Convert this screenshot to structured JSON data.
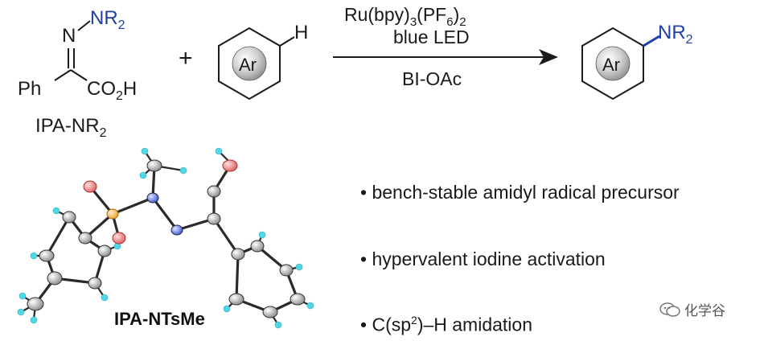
{
  "scheme": {
    "reagent_1": {
      "label": "IPA-NR",
      "label_sub": "2",
      "imine_n": "N",
      "amine_group": "NR",
      "amine_sub": "2",
      "ph": "Ph",
      "acid_co": "CO",
      "acid_sub": "2",
      "acid_h": "H"
    },
    "plus": "+",
    "reagent_2": {
      "ring_label": "Ar",
      "h": "H"
    },
    "arrow": {
      "catalyst_pre": "Ru(bpy)",
      "catalyst_sub1": "3",
      "catalyst_mid": "(PF",
      "catalyst_sub2": "6",
      "catalyst_post": ")",
      "catalyst_sub3": "2",
      "light": "blue LED",
      "oxidant": "BI-OAc"
    },
    "product": {
      "ring_label": "Ar",
      "amine_group": "NR",
      "amine_sub": "2"
    }
  },
  "crystal_structure": {
    "label": "IPA-NTsMe"
  },
  "bullets": [
    {
      "text": "bench-stable amidyl radical precursor"
    },
    {
      "text": "hypervalent iodine activation"
    },
    {
      "pre": "C(sp",
      "sup": "2",
      "post": ")–H amidation"
    }
  ],
  "bullet_symbol": "•",
  "watermark": {
    "text": "化学谷"
  },
  "colors": {
    "text": "#1a1a1a",
    "nitrogen_blue": "#1f3fa6",
    "oxygen_red": "#e06060",
    "sulfur_orange": "#f0a030",
    "hydrogen_cyan": "#4fd8e8",
    "carbon_gray": "#8a8a8a"
  }
}
